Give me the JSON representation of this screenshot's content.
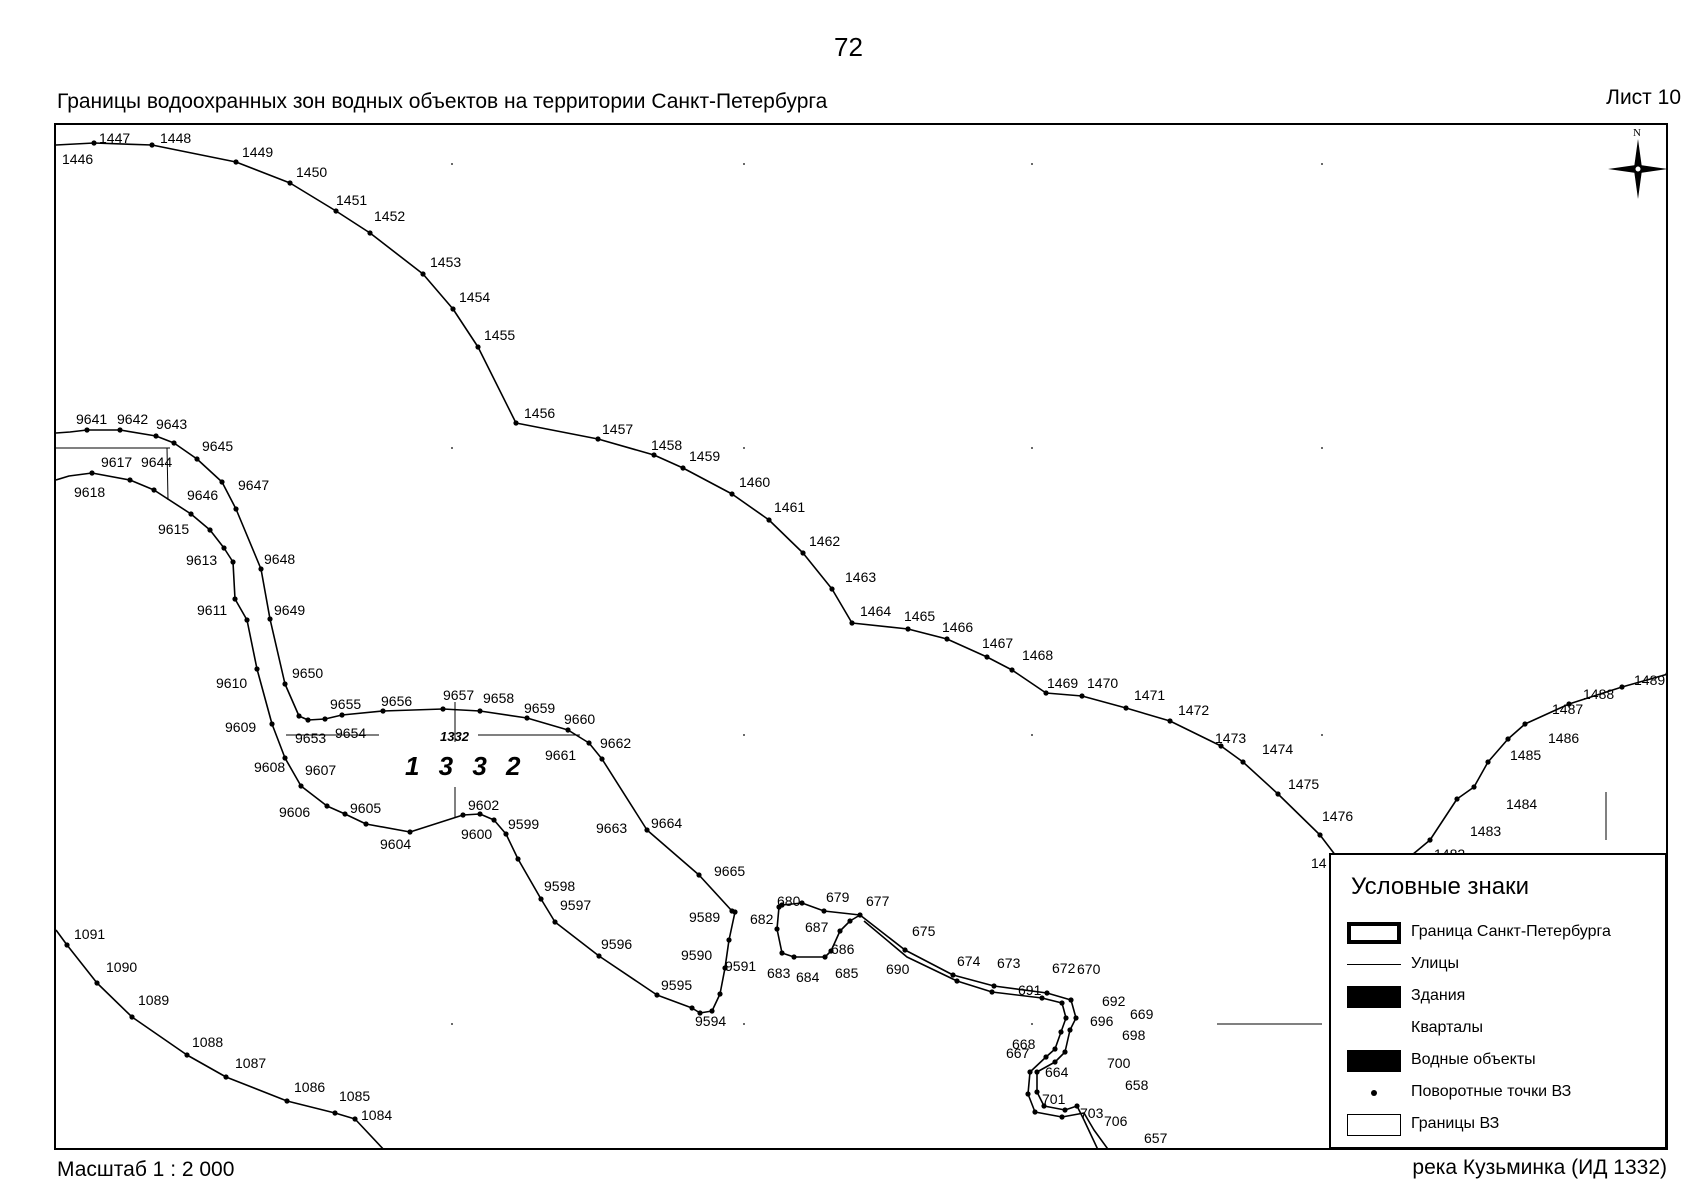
{
  "page_number": "72",
  "title": "Границы водоохранных зон водных объектов на территории Санкт-Петербурга",
  "sheet": "Лист 10",
  "scale": "Масштаб 1 : 2 000",
  "object_label": "река Кузьминка (ИД 1332)",
  "map": {
    "object_id_large": "1 3 3 2",
    "object_id_small": "1332",
    "compass_label": "N",
    "point_labels": [
      "1446",
      "1447",
      "1448",
      "1449",
      "1450",
      "1451",
      "1452",
      "1453",
      "1454",
      "1455",
      "1456",
      "1457",
      "1458",
      "1459",
      "1460",
      "1461",
      "1462",
      "1463",
      "1464",
      "1465",
      "1466",
      "1467",
      "1468",
      "1469",
      "1470",
      "1471",
      "1472",
      "1473",
      "1474",
      "1475",
      "1476",
      "14",
      "1482",
      "1483",
      "1484",
      "1485",
      "1486",
      "1487",
      "1488",
      "1489",
      "9641",
      "9642",
      "9643",
      "9644",
      "9645",
      "9646",
      "9647",
      "9648",
      "9649",
      "9650",
      "9655",
      "9656",
      "9657",
      "9658",
      "9659",
      "9660",
      "9662",
      "9661",
      "9654",
      "9653",
      "9617",
      "9618",
      "9615",
      "9613",
      "9611",
      "9610",
      "9609",
      "9608",
      "9607",
      "9606",
      "9605",
      "9604",
      "9602",
      "9600",
      "9599",
      "9598",
      "9597",
      "9596",
      "9595",
      "9594",
      "9591",
      "9590",
      "9589",
      "9663",
      "9664",
      "9665",
      "680",
      "679",
      "677",
      "682",
      "687",
      "686",
      "683",
      "684",
      "685",
      "675",
      "690",
      "674",
      "673",
      "672",
      "691",
      "692",
      "670",
      "669",
      "696",
      "668",
      "698",
      "667",
      "700",
      "664",
      "658",
      "701",
      "703",
      "706",
      "657",
      "1091",
      "1090",
      "1089",
      "1088",
      "1087",
      "1086",
      "1085",
      "1084"
    ]
  },
  "legend": {
    "title": "Условные знаки",
    "items": [
      {
        "label": "Граница Санкт-Петербурга"
      },
      {
        "label": "Улицы"
      },
      {
        "label": "Здания"
      },
      {
        "label": "Кварталы"
      },
      {
        "label": "Водные объекты"
      },
      {
        "label": "Поворотные точки ВЗ"
      },
      {
        "label": "Границы ВЗ"
      }
    ]
  }
}
